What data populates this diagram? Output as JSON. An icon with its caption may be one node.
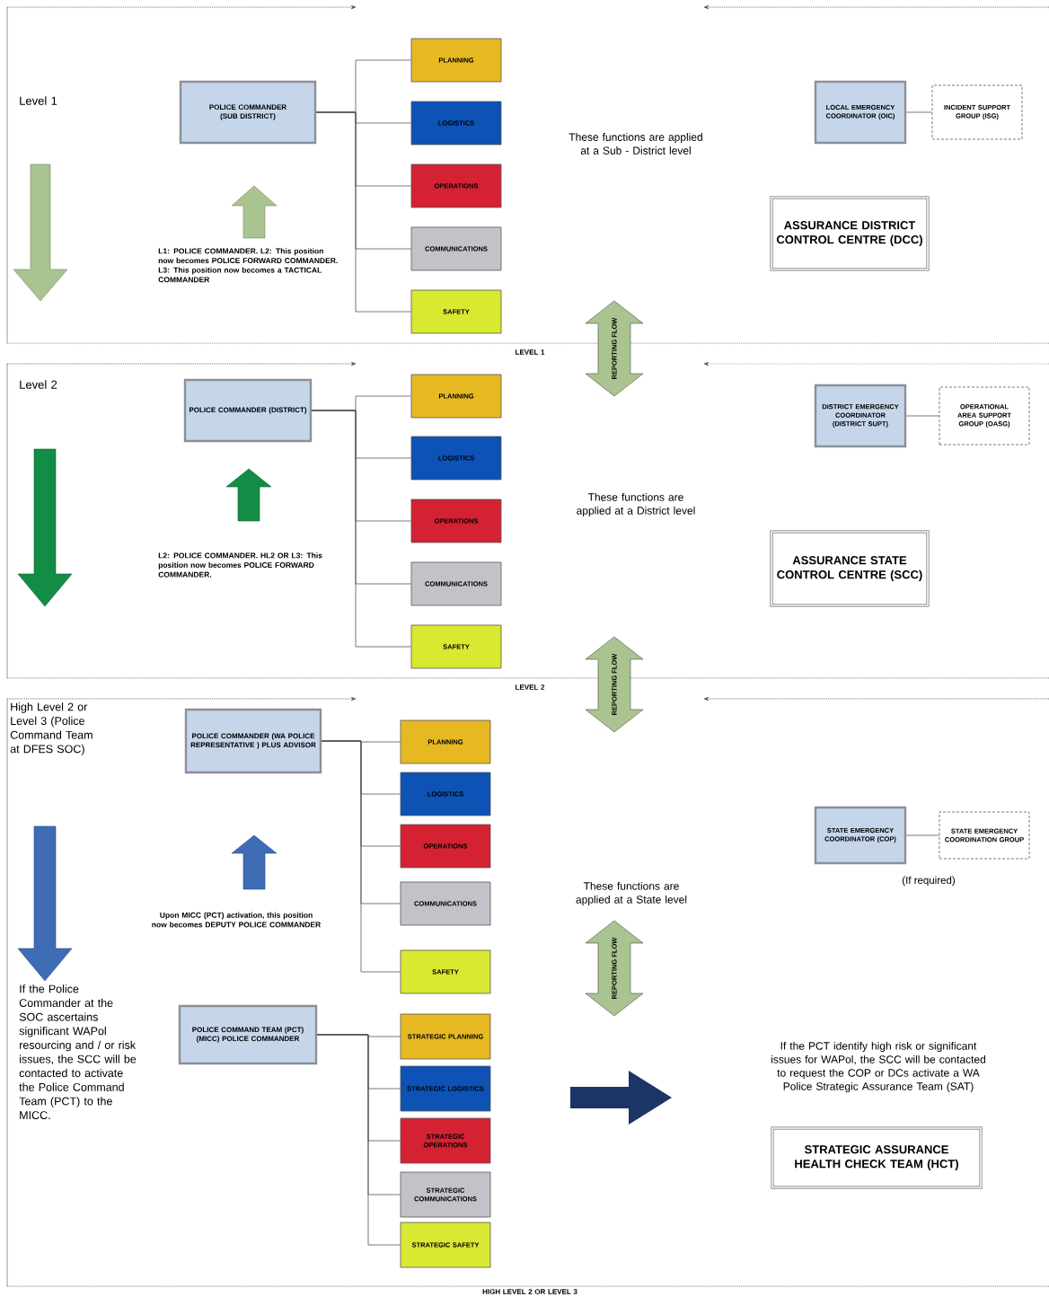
{
  "diagram": {
    "nodes": [
      {
        "text": [
          "POLICE COMMANDER (SUB DISTRICT)"
        ]
      },
      {
        "text": [
          "PLANNING"
        ]
      },
      {
        "text": [
          "LOGISTICS"
        ]
      },
      {
        "text": [
          "OPERATIONS"
        ]
      },
      {
        "text": [
          "COMMUNICATIONS"
        ]
      },
      {
        "text": [
          "SAFETY"
        ]
      },
      {
        "text": [
          "LOCAL EMERGENCY COORDINATOR (OIC)"
        ]
      },
      {
        "text": [
          "INCIDENT SUPPORT GROUP (ISG)"
        ]
      },
      {
        "text": [
          "ASSURANCE DISTRICT CONTROL CENTRE (DCC)"
        ]
      },
      {
        "text": [
          "REPORTING FLOW"
        ]
      },
      {
        "text": [
          "POLICE COMMANDER (DISTRICT)"
        ]
      },
      {
        "text": [
          "PLANNING"
        ]
      },
      {
        "text": [
          "LOGISTICS"
        ]
      },
      {
        "text": [
          "OPERATIONS"
        ]
      },
      {
        "text": [
          "COMMUNICATIONS"
        ]
      },
      {
        "text": [
          "SAFETY"
        ]
      },
      {
        "text": [
          "DISTRICT EMERGENCY COORDINATOR (DISTRICT SUPT)"
        ]
      },
      {
        "text": [
          "OPERATIONAL AREA SUPPORT GROUP (OASG)"
        ]
      },
      {
        "text": [
          "ASSURANCE STATE CONTROL CENTRE (SCC)"
        ]
      },
      {
        "text": [
          "REPORTING FLOW"
        ]
      },
      {
        "text": [
          "POLICE COMMANDER (WA POLICE REPRESENTATIVE ) PLUS ADVISOR"
        ]
      },
      {
        "text": [
          "PLANNING"
        ]
      },
      {
        "text": [
          "LOGISTICS"
        ]
      },
      {
        "text": [
          "OPERATIONS"
        ]
      },
      {
        "text": [
          "COMMUNICATIONS"
        ]
      },
      {
        "text": [
          "SAFETY"
        ]
      },
      {
        "text": [
          "STATE EMERGENCY COORDINATOR (COP)"
        ]
      },
      {
        "text": [
          "STATE EMERGENCY COORDINATION GROUP"
        ],
        "beside": [
          "(If required)"
        ]
      },
      {
        "text": [
          "REPORTING FLOW"
        ]
      },
      {
        "text": [
          "POLICE COMMAND TEAM (PCT) (MICC) POLICE COMMANDER"
        ]
      },
      {
        "text": [
          "STRATEGIC PLANNING"
        ]
      },
      {
        "text": [
          "STRATEGIC LOGISTICS"
        ]
      },
      {
        "text": [
          "STRATEGIC OPERATIONS"
        ]
      },
      {
        "text": [
          "STRATEGIC COMMUNICATIONS"
        ]
      },
      {
        "text": [
          "STRATEGIC SAFETY"
        ]
      },
      {
        "text": [
          "STRATEGIC ASSURANCE HEALTH CHECK TEAM (HCT)"
        ]
      }
    ],
    "edges": [
      {
        "from": 0,
        "to": 1,
        "arrow": "none"
      },
      {
        "from": 0,
        "to": 2,
        "arrow": "none"
      },
      {
        "from": 0,
        "to": 3,
        "arrow": "none"
      },
      {
        "from": 0,
        "to": 4,
        "arrow": "none"
      },
      {
        "from": 0,
        "to": 5,
        "arrow": "none"
      },
      {
        "from": 6,
        "to": 7,
        "arrow": "none"
      },
      {
        "from": 10,
        "to": 11,
        "arrow": "none"
      },
      {
        "from": 10,
        "to": 12,
        "arrow": "none"
      },
      {
        "from": 10,
        "to": 13,
        "arrow": "none"
      },
      {
        "from": 10,
        "to": 14,
        "arrow": "none"
      },
      {
        "from": 10,
        "to": 15,
        "arrow": "none"
      },
      {
        "from": 16,
        "to": 17,
        "arrow": "none"
      },
      {
        "from": 20,
        "to": 21,
        "arrow": "none"
      },
      {
        "from": 20,
        "to": 22,
        "arrow": "none"
      },
      {
        "from": 20,
        "to": 23,
        "arrow": "none"
      },
      {
        "from": 20,
        "to": 24,
        "arrow": "none"
      },
      {
        "from": 20,
        "to": 25,
        "arrow": "none"
      },
      {
        "from": 26,
        "to": 27,
        "arrow": "none"
      },
      {
        "from": 29,
        "to": 30,
        "arrow": "none"
      },
      {
        "from": 29,
        "to": 31,
        "arrow": "none"
      },
      {
        "from": 29,
        "to": 32,
        "arrow": "none"
      },
      {
        "from": 29,
        "to": 33,
        "arrow": "none"
      },
      {
        "from": 29,
        "to": 34,
        "arrow": "none"
      }
    ],
    "labels": [
      "Level 1",
      "L1: POLICE COMMANDER. L2: This position now becomes POLICE FORWARD COMMANDER. L3: This position now becomes a TACTICAL COMMANDER",
      "These functions are applied at a Sub - District level",
      "LEVEL 1",
      "Level 2",
      "L2: POLICE COMMANDER. HL2 OR L3: This position now becomes POLICE FORWARD COMMANDER.",
      "These functions are applied at a District level",
      "LEVEL 2",
      "High Level 2 or Level 3 (Police Command Team at DFES SOC)",
      "Upon MICC (PCT) activation, this position now becomes DEPUTY POLICE COMMANDER",
      "These functions are applied at a State level",
      "If the Police Commander at the SOC ascertains significant WAPol resourcing and / or risk issues, the SCC will be contacted to activate the Police Command Team (PCT) to the MICC.",
      "If the PCT identify high risk or significant issues for WAPol, the SCC will be contacted to request the COP or DCs activate a WA Police Strategic Assurance Team (SAT)",
      "HIGH LEVEL 2 OR LEVEL 3"
    ]
  }
}
